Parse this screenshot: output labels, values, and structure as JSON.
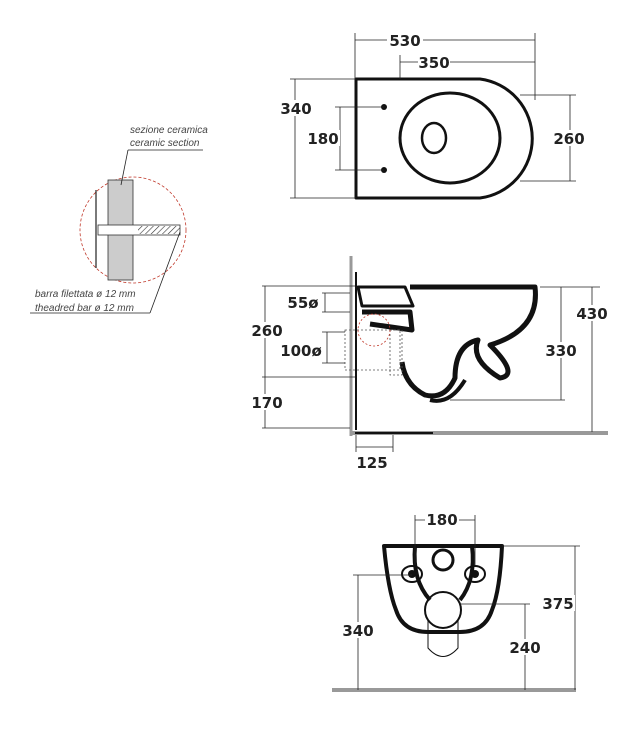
{
  "top_view": {
    "dims": {
      "length": "530",
      "depth_fixing": "350",
      "width": "340",
      "hole_spacing": "180",
      "bowl_width": "260"
    }
  },
  "side_view": {
    "dims": {
      "inlet_height": "260",
      "inlet_diameter": "55ø",
      "outlet_diameter": "100ø",
      "outlet_height": "170",
      "outlet_projection": "125",
      "bowl_depth": "330",
      "total_height": "430"
    }
  },
  "detail": {
    "section_label_it": "sezione ceramica",
    "section_label_en": "ceramic section",
    "bar_label_it": "barra filettata ø 12 mm",
    "bar_label_en": "theadred bar ø 12 mm"
  },
  "front_view": {
    "dims": {
      "fixing_spacing": "180",
      "height_to_top": "340",
      "total_height": "375",
      "outlet_height": "240"
    }
  },
  "colors": {
    "line": "#111111",
    "floor": "#9a9a9a",
    "detail_circle": "#c0392b"
  }
}
